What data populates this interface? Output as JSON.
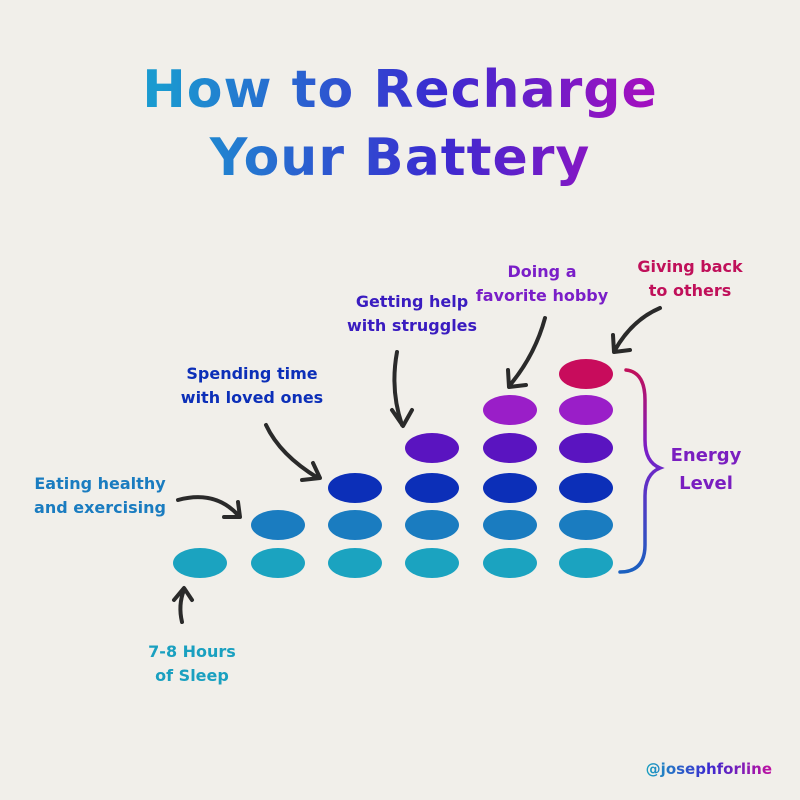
{
  "title": {
    "line1": "How to Recharge",
    "line2": "Your Battery"
  },
  "steps": [
    {
      "label1": "7-8 Hours",
      "label2": "of Sleep",
      "level": 1,
      "color": "#1aa0c0"
    },
    {
      "label1": "Eating healthy",
      "label2": "and exercising",
      "level": 2,
      "color": "#1a7cc0"
    },
    {
      "label1": "Spending time",
      "label2": "with loved ones",
      "level": 3,
      "color": "#0c2fb8"
    },
    {
      "label1": "Getting help",
      "label2": "with struggles",
      "level": 4,
      "color": "#3a1cc0"
    },
    {
      "label1": "Doing a",
      "label2": "favorite hobby",
      "level": 5,
      "color": "#7a1ec8"
    },
    {
      "label1": "Giving back",
      "label2": "to others",
      "level": 6,
      "color": "#c0105a"
    }
  ],
  "row_colors": [
    "#1ba3c0",
    "#1a7cc0",
    "#0c2fb8",
    "#5a14c0",
    "#9a1ec8",
    "#c80c5c"
  ],
  "energy": {
    "line1": "Energy",
    "line2": "Level"
  },
  "handle": "@josephforline"
}
